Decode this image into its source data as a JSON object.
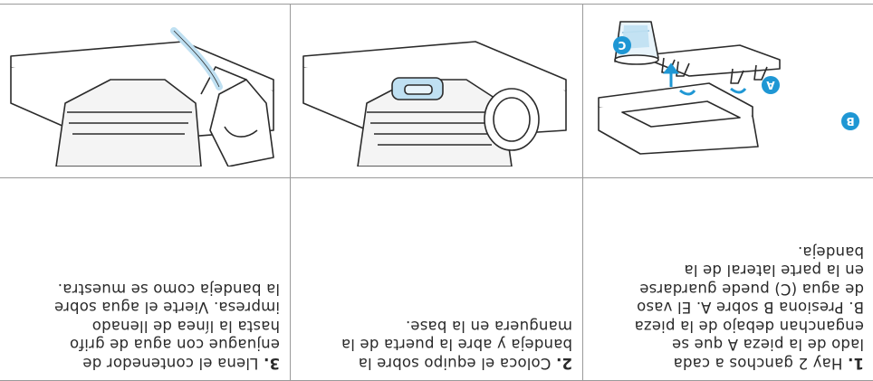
{
  "steps": [
    {
      "number": "1.",
      "lines": [
        "Hay 2 ganchos a cada",
        "lado de la pieza A que se",
        "enganchan debajo de la pieza",
        "B. Presiona B sobre A. El vaso",
        "de agua (C) puede guardarse",
        "en la parte lateral de la",
        "bandeja."
      ],
      "labels": [
        "A",
        "B",
        "C"
      ]
    },
    {
      "number": "2.",
      "lines": [
        "Coloca el equipo sobre la",
        "bandeja y abre la puerta de la",
        "manguera en la base."
      ]
    },
    {
      "number": "3.",
      "lines": [
        "Llena el contenedor de",
        "enjuague con agua de grifo",
        "hasta la línea de llenado",
        "impresa. Vierte el agua sobre",
        "la bandeja como se muestra."
      ]
    }
  ],
  "colors": {
    "callout": "#1f97d4",
    "water": "#bfe0f2",
    "line": "#2b2b2b"
  }
}
